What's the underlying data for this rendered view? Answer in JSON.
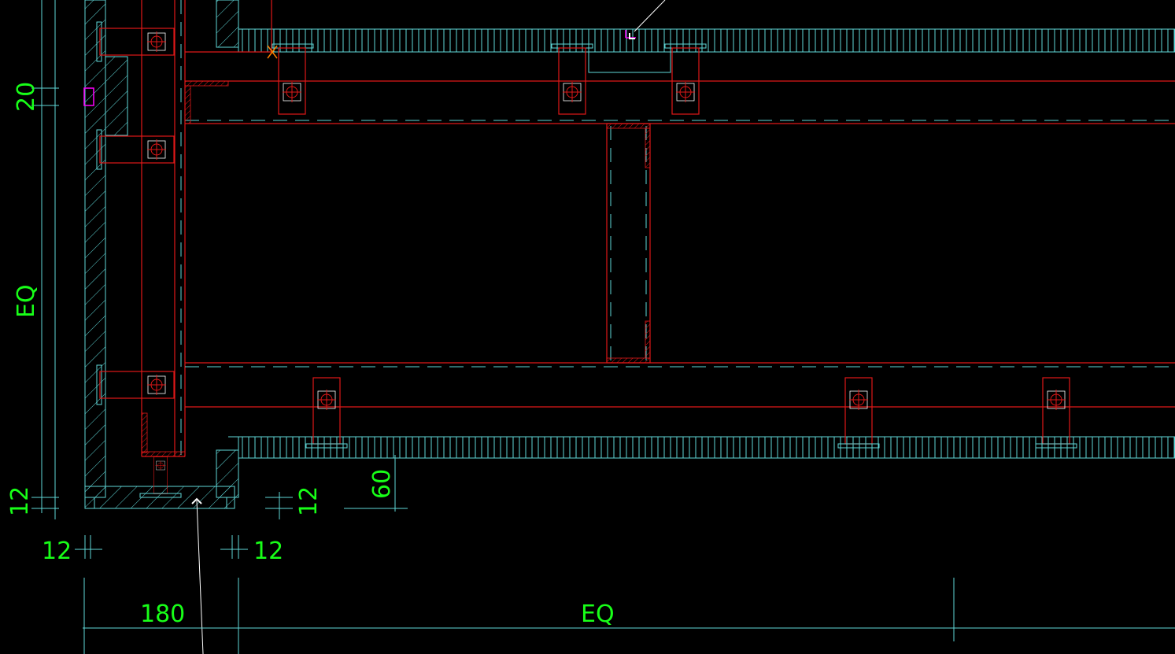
{
  "drawing": {
    "background": "#000000",
    "colors": {
      "cyan": "#5fd7d7",
      "red": "#e01818",
      "green": "#18ff18",
      "white": "#ffffff",
      "magenta": "#ff00ff",
      "orange": "#ff7f00"
    },
    "dimensions": {
      "left_20": "20",
      "left_eq": "EQ",
      "left_12": "12",
      "bottom_12_left": "12",
      "bottom_12_right": "12",
      "side_12_vert": "12",
      "dim_60": "60",
      "bottom_180": "180",
      "bottom_eq": "EQ"
    }
  }
}
